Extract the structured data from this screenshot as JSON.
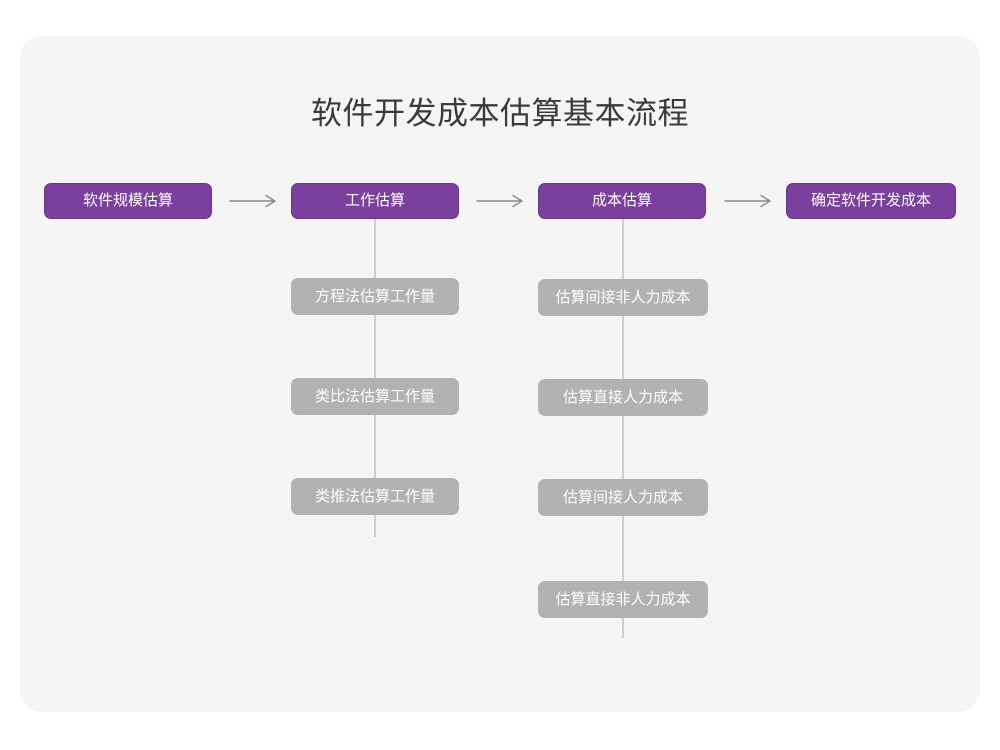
{
  "page": {
    "background": "#ffffff",
    "card_background": "#f5f5f5"
  },
  "colors": {
    "stage_fill": "#7b3f9e",
    "stage_border": "#6b3590",
    "sub_fill": "#b2b2b2",
    "connector": "#cfcfcf",
    "title_text": "#3c3a39",
    "node_text": "#ffffff",
    "arrow": "#8a8a8a"
  },
  "diagram": {
    "title": "软件开发成本估算基本流程",
    "type": "flowchart",
    "stages": [
      {
        "id": "stage-1",
        "label": "软件规模估算",
        "substeps": []
      },
      {
        "id": "stage-2",
        "label": "工作估算",
        "substeps": [
          "方程法估算工作量",
          "类比法估算工作量",
          "类推法估算工作量"
        ]
      },
      {
        "id": "stage-3",
        "label": "成本估算",
        "substeps": [
          "估算间接非人力成本",
          "估算直接人力成本",
          "估算间接人力成本",
          "估算直接非人力成本"
        ]
      },
      {
        "id": "stage-4",
        "label": "确定软件开发成本",
        "substeps": []
      }
    ],
    "arrows": [
      {
        "id": "arrow-1",
        "from": "stage-1",
        "to": "stage-2",
        "glyph": "right-arrow-icon"
      },
      {
        "id": "arrow-2",
        "from": "stage-2",
        "to": "stage-3",
        "glyph": "right-arrow-icon"
      },
      {
        "id": "arrow-3",
        "from": "stage-3",
        "to": "stage-4",
        "glyph": "right-arrow-icon"
      }
    ]
  }
}
